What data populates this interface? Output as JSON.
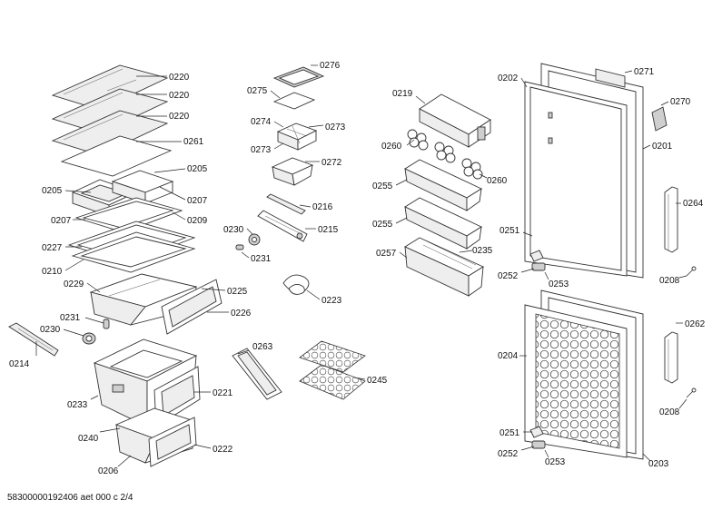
{
  "diagram": {
    "footer": "58300000192406 aet 000 c 2/4",
    "parts": {
      "p0220a": "0220",
      "p0220b": "0220",
      "p0220c": "0220",
      "p0261": "0261",
      "p0205a": "0205",
      "p0205b": "0205",
      "p0207a": "0207",
      "p0207b": "0207",
      "p0209": "0209",
      "p0227": "0227",
      "p0210": "0210",
      "p0229": "0229",
      "p0225": "0225",
      "p0226": "0226",
      "p0231a": "0231",
      "p0230a": "0230",
      "p0214": "0214",
      "p0263": "0263",
      "p0233": "0233",
      "p0221": "0221",
      "p0240": "0240",
      "p0222": "0222",
      "p0206": "0206",
      "p0276": "0276",
      "p0275": "0275",
      "p0274": "0274",
      "p0273a": "0273",
      "p0273b": "0273",
      "p0272": "0272",
      "p0216": "0216",
      "p0230b": "0230",
      "p0215": "0215",
      "p0231b": "0231",
      "p0223": "0223",
      "p0245": "0245",
      "p0219": "0219",
      "p0260a": "0260",
      "p0260b": "0260",
      "p0255a": "0255",
      "p0255b": "0255",
      "p0257": "0257",
      "p0235": "0235",
      "p0202": "0202",
      "p0271": "0271",
      "p0270": "0270",
      "p0201": "0201",
      "p0264": "0264",
      "p0251a": "0251",
      "p0252a": "0252",
      "p0253a": "0253",
      "p0208a": "0208",
      "p0204": "0204",
      "p0262": "0262",
      "p0251b": "0251",
      "p0252b": "0252",
      "p0253b": "0253",
      "p0208b": "0208",
      "p0203": "0203"
    }
  }
}
